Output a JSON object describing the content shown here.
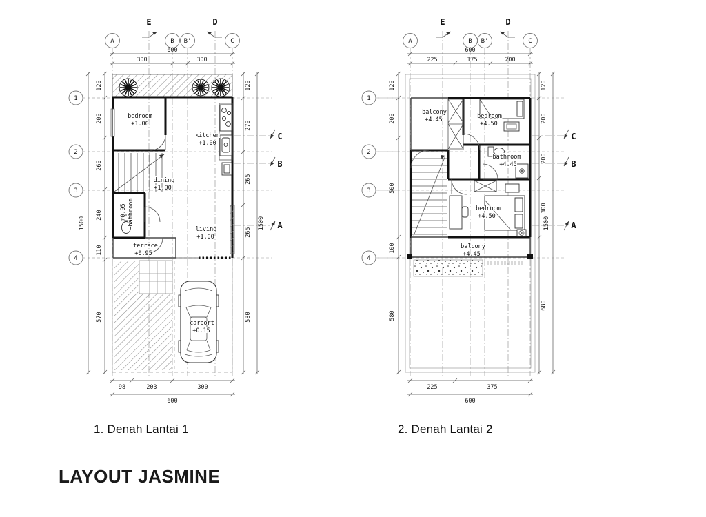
{
  "title": "LAYOUT JASMINE",
  "plans": [
    {
      "caption": "1. Denah Lantai 1",
      "grid": {
        "columns": [
          "A",
          "B",
          "B'",
          "C"
        ],
        "rows": [
          "1",
          "2",
          "3",
          "4"
        ],
        "top_sections": [
          "E",
          "D"
        ],
        "side_sections": [
          "C",
          "B",
          "A"
        ]
      },
      "dims": {
        "top": {
          "total": "600",
          "segments": [
            "300",
            "300"
          ]
        },
        "bottom": {
          "total": "600",
          "segments": [
            "98",
            "203",
            "300"
          ]
        },
        "left": {
          "total": "1500",
          "segments": [
            "120",
            "200",
            "260",
            "240",
            "110",
            "570"
          ]
        },
        "right": {
          "total": "1500",
          "segments": [
            "120",
            "270",
            "265",
            "265",
            "580"
          ]
        }
      },
      "rooms": [
        {
          "name": "bedroom",
          "level": "+1.00"
        },
        {
          "name": "kitchen",
          "level": "+1.00"
        },
        {
          "name": "dining",
          "level": "+1.00"
        },
        {
          "name": "bathroom",
          "level": "+0.95"
        },
        {
          "name": "living",
          "level": "+1.00"
        },
        {
          "name": "terrace",
          "level": "+0.95"
        },
        {
          "name": "carport",
          "level": "+0.15"
        }
      ]
    },
    {
      "caption": "2. Denah Lantai 2",
      "grid": {
        "columns": [
          "A",
          "B",
          "B'",
          "C"
        ],
        "rows": [
          "1",
          "2",
          "3",
          "4"
        ],
        "top_sections": [
          "E",
          "D"
        ],
        "side_sections": [
          "C",
          "B",
          "A"
        ]
      },
      "dims": {
        "top": {
          "total": "600",
          "segments": [
            "225",
            "175",
            "200"
          ]
        },
        "bottom": {
          "total": "600",
          "segments": [
            "225",
            "375"
          ]
        },
        "left": {
          "segments": [
            "120",
            "200",
            "500",
            "100",
            "580"
          ]
        },
        "right": {
          "total": "1500",
          "segments": [
            "120",
            "200",
            "200",
            "300",
            "680"
          ]
        }
      },
      "rooms": [
        {
          "name": "balcony",
          "level": "+4.45"
        },
        {
          "name": "bedroom",
          "level": "+4.50"
        },
        {
          "name": "bathroom",
          "level": "+4.45"
        },
        {
          "name": "bedroom",
          "level": "+4.50"
        },
        {
          "name": "balcony",
          "level": "+4.45"
        }
      ]
    }
  ]
}
